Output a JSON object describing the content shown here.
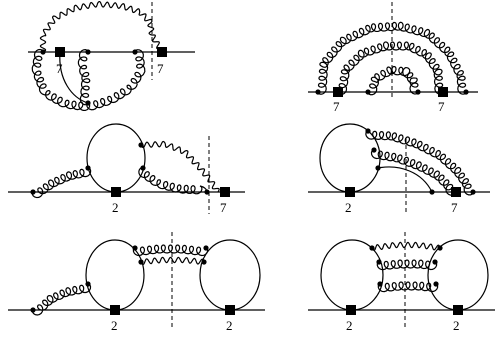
{
  "diagrams": [
    {
      "id": "d1",
      "vertex_labels": [
        "7",
        "7"
      ]
    },
    {
      "id": "d2",
      "vertex_labels": [
        "7",
        "7"
      ]
    },
    {
      "id": "d3",
      "vertex_labels": [
        "2",
        "7"
      ]
    },
    {
      "id": "d4",
      "vertex_labels": [
        "2",
        "7"
      ]
    },
    {
      "id": "d5",
      "vertex_labels": [
        "2",
        "2"
      ]
    },
    {
      "id": "d6",
      "vertex_labels": [
        "2",
        "2"
      ]
    }
  ]
}
